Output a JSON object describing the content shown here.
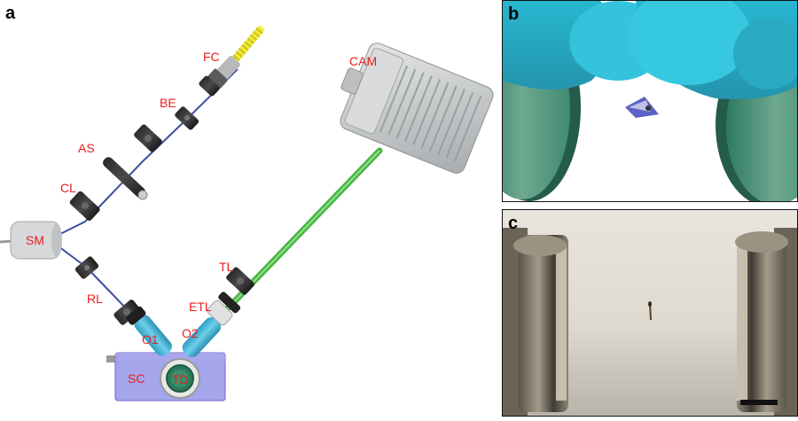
{
  "panels": {
    "a": "a",
    "b": "b",
    "c": "c"
  },
  "labels": {
    "fc": "FC",
    "cam": "CAM",
    "be": "BE",
    "as": "AS",
    "cl": "CL",
    "sm": "SM",
    "rl": "RL",
    "tl": "TL",
    "etl": "ETL",
    "o1": "O1",
    "o2": "O2",
    "sc": "SC",
    "td": "TD"
  },
  "colors": {
    "label_red": "#ee1c1c",
    "laser_beam": "#3b4fa0",
    "detection_beam": "#4db84a",
    "fiber_yellow": "#f2ea3a",
    "chamber_blue": "#8f8ee6",
    "objective_cyan": "#3fb4d6",
    "camera_grey": "#c9cbcd"
  }
}
